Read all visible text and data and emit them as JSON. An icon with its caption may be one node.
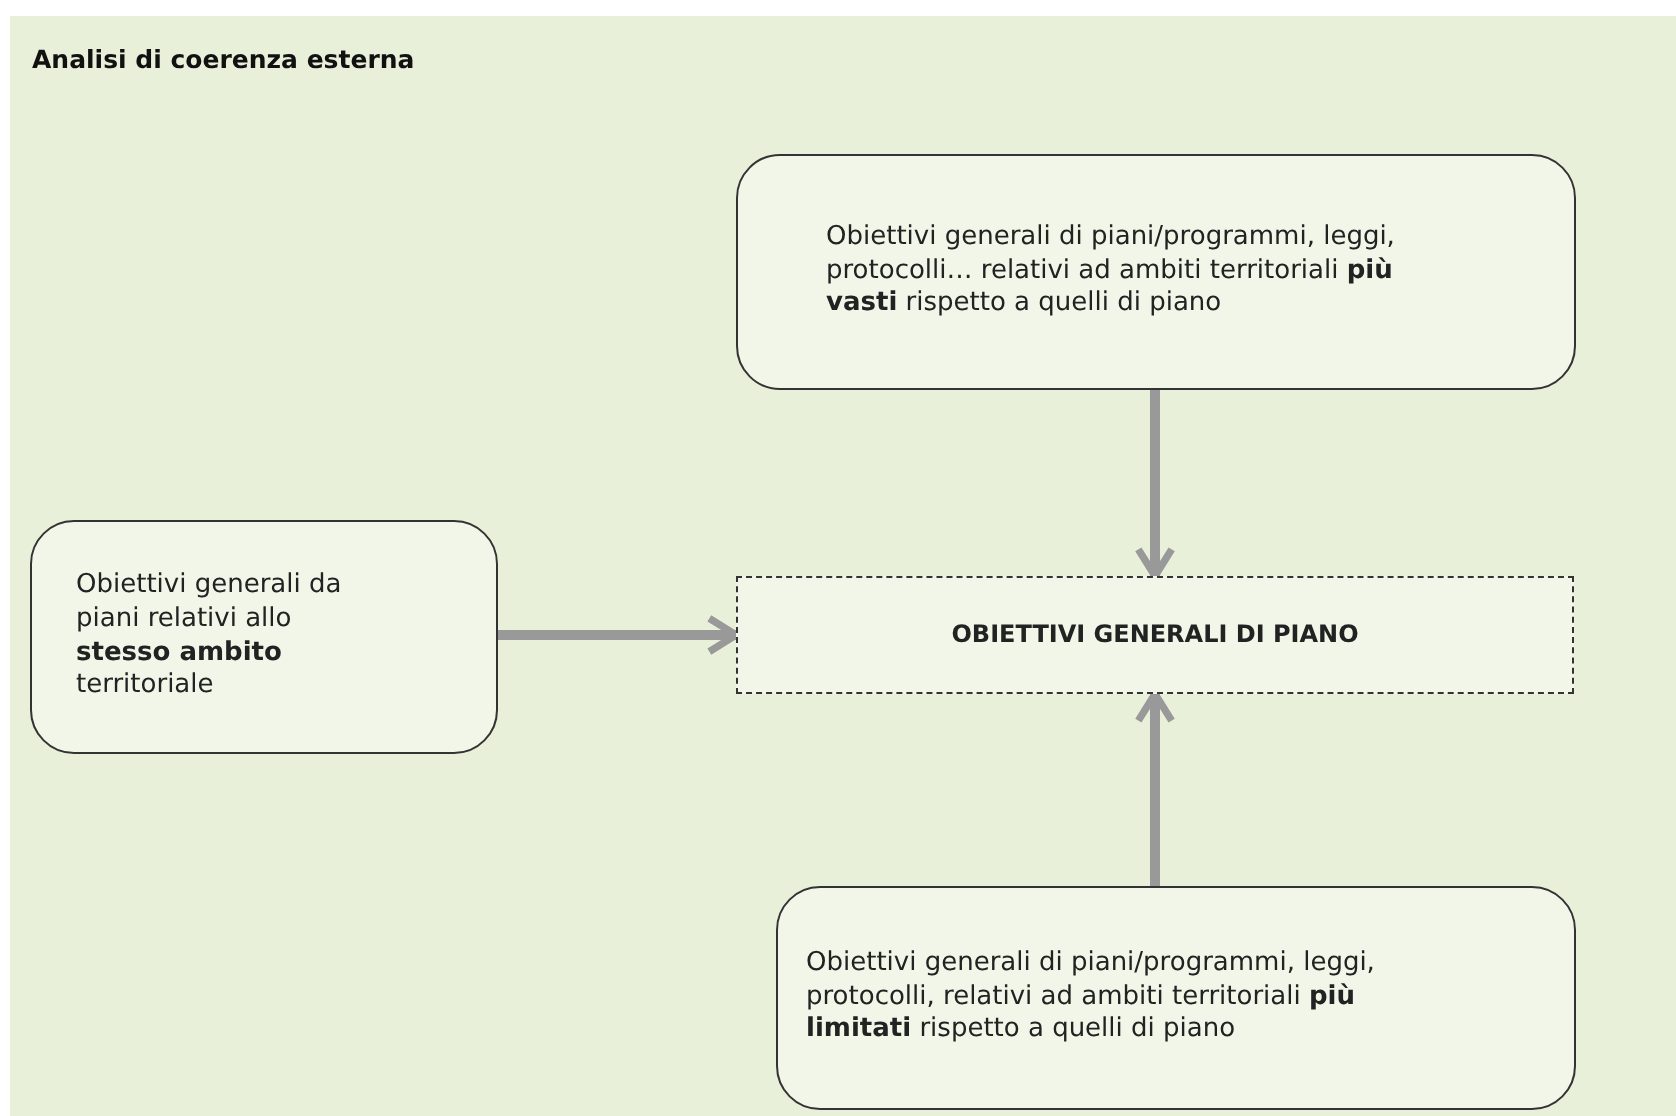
{
  "diagram": {
    "title": "Analisi di coerenza esterna",
    "nodes": [
      {
        "text": [
          "Obiettivi generali di piani/programmi, leggi, protocolli… relativi ad ambiti territoriali **più vasti** rispetto a quelli di piano"
        ]
      },
      {
        "text": [
          "Obiettivi generali da piani relativi allo **stesso ambito** territoriale"
        ]
      },
      {
        "text": [
          "OBIETTIVI GENERALI DI PIANO"
        ]
      },
      {
        "text": [
          "Obiettivi generali di piani/programmi, leggi, protocolli,  relativi ad ambiti territoriali **più limitati** rispetto a quelli di piano"
        ]
      }
    ],
    "edges": [
      {
        "from": 0,
        "to": 2,
        "arrow": "to"
      },
      {
        "from": 1,
        "to": 2,
        "arrow": "to"
      },
      {
        "from": 3,
        "to": 2,
        "arrow": "to"
      }
    ]
  }
}
